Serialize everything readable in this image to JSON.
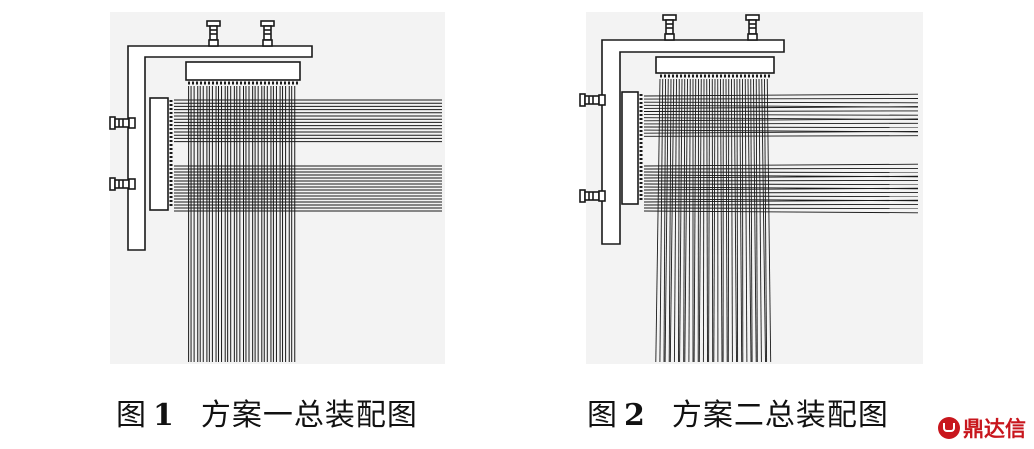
{
  "figures": [
    {
      "fig_label": "图",
      "fig_number": "1",
      "fig_title": "方案一总装配图"
    },
    {
      "fig_label": "图",
      "fig_number": "2",
      "fig_title": "方案二总装配图"
    }
  ],
  "watermark": {
    "text": "鼎达信",
    "icon": "tripod-logo-icon"
  },
  "colors": {
    "line": "#1a1a1a",
    "panel": "#f3f3f3",
    "watermark": "#c8161d"
  }
}
